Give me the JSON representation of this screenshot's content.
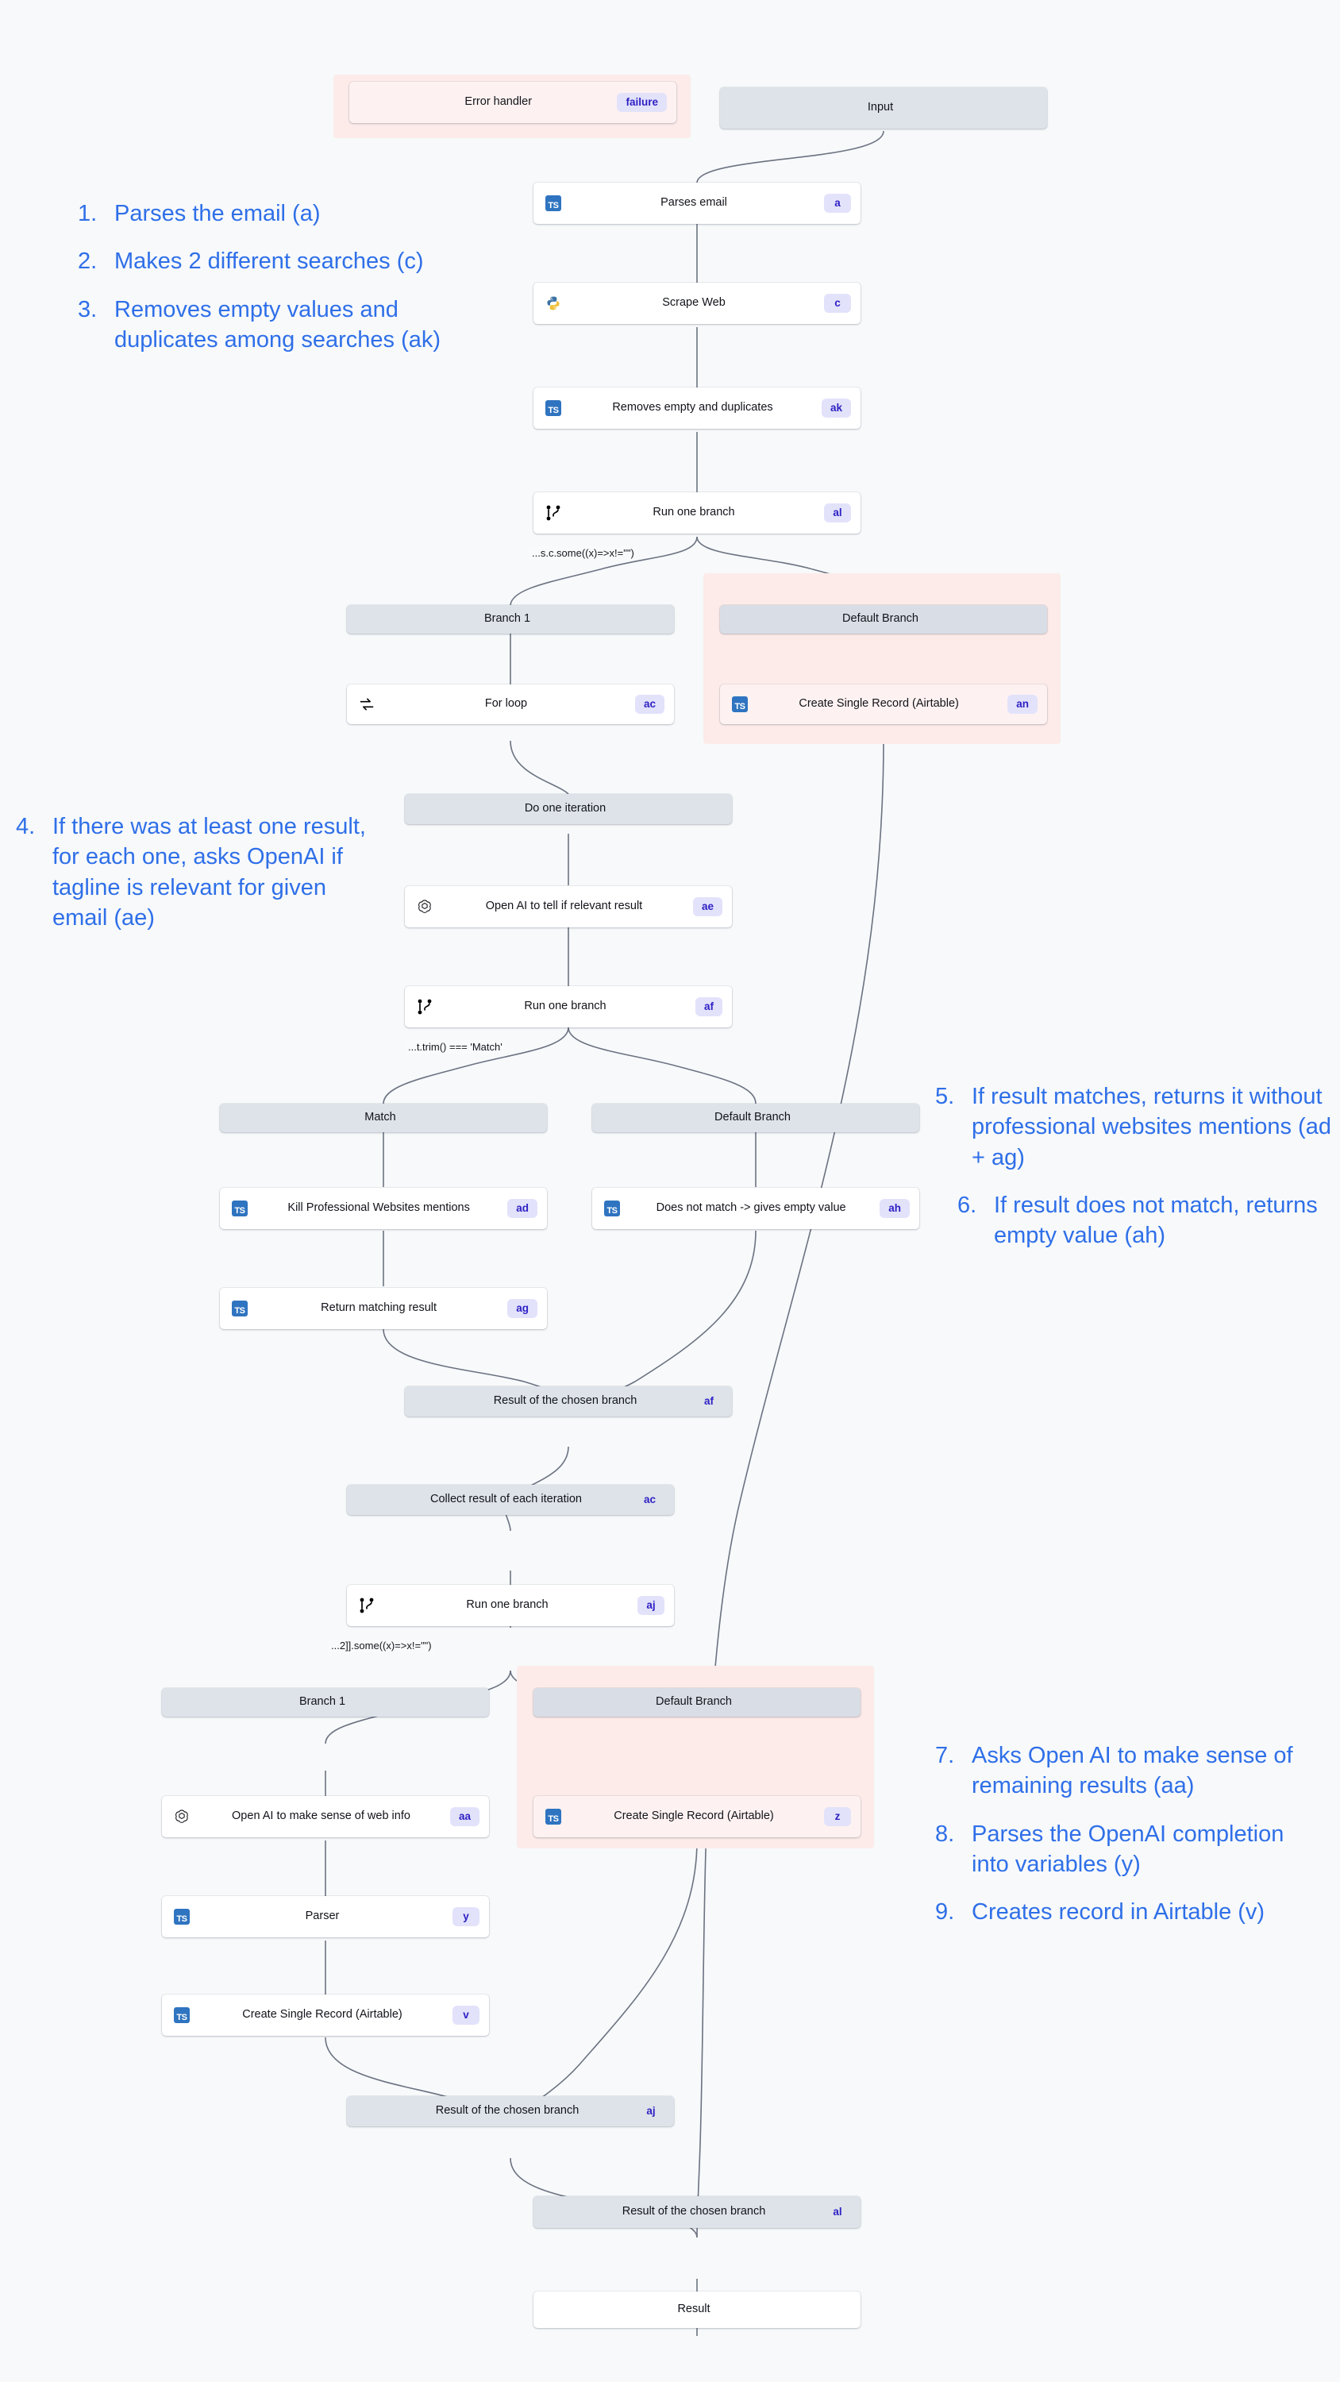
{
  "diagram": {
    "title": "Workflow flowchart",
    "accent_blue": "#2f6fe8",
    "tag_bg": "#e2e2fb",
    "tag_fg": "#2f22c4",
    "region_pink": "#fcebe9",
    "node_grey": "#dde3e9",
    "canvas_bg": "#f7f9fb"
  },
  "nodes": {
    "error_handler": {
      "label": "Error handler",
      "tag": "failure",
      "icon": "none"
    },
    "input": {
      "label": "Input",
      "tag": "",
      "icon": "none"
    },
    "parses_email": {
      "label": "Parses email",
      "tag": "a",
      "icon": "typescript-icon"
    },
    "scrape_web": {
      "label": "Scrape Web",
      "tag": "c",
      "icon": "python-icon"
    },
    "removes_empty": {
      "label": "Removes empty and duplicates",
      "tag": "ak",
      "icon": "typescript-icon"
    },
    "run_branch_al": {
      "label": "Run one branch",
      "tag": "al",
      "icon": "branch-icon"
    },
    "branch1_top": {
      "label": "Branch 1",
      "tag": "",
      "icon": "none"
    },
    "default_top": {
      "label": "Default Branch",
      "tag": "",
      "icon": "none"
    },
    "for_loop": {
      "label": "For loop",
      "tag": "ac",
      "icon": "loop-icon"
    },
    "create_rec_an": {
      "label": "Create Single Record (Airtable)",
      "tag": "an",
      "icon": "typescript-icon"
    },
    "do_one_iter": {
      "label": "Do one iteration",
      "tag": "",
      "icon": "none"
    },
    "openai_ae": {
      "label": "Open AI to tell if relevant result",
      "tag": "ae",
      "icon": "openai-icon"
    },
    "run_branch_af": {
      "label": "Run one branch",
      "tag": "af",
      "icon": "branch-icon"
    },
    "match": {
      "label": "Match",
      "tag": "",
      "icon": "none"
    },
    "default_mid": {
      "label": "Default Branch",
      "tag": "",
      "icon": "none"
    },
    "kill_mentions": {
      "label": "Kill Professional Websites mentions",
      "tag": "ad",
      "icon": "typescript-icon"
    },
    "no_match": {
      "label": "Does not match -> gives empty value",
      "tag": "ah",
      "icon": "typescript-icon"
    },
    "return_match": {
      "label": "Return matching result",
      "tag": "ag",
      "icon": "typescript-icon"
    },
    "result_af": {
      "label": "Result of the chosen branch",
      "tag": "af",
      "icon": "none"
    },
    "collect_ac": {
      "label": "Collect result of each iteration",
      "tag": "ac",
      "icon": "none"
    },
    "run_branch_aj": {
      "label": "Run one branch",
      "tag": "aj",
      "icon": "branch-icon"
    },
    "branch1_bot": {
      "label": "Branch 1",
      "tag": "",
      "icon": "none"
    },
    "default_bot": {
      "label": "Default Branch",
      "tag": "",
      "icon": "none"
    },
    "openai_aa": {
      "label": "Open AI to make sense of web info",
      "tag": "aa",
      "icon": "openai-icon"
    },
    "create_rec_z": {
      "label": "Create Single Record (Airtable)",
      "tag": "z",
      "icon": "typescript-icon"
    },
    "parser_y": {
      "label": "Parser",
      "tag": "y",
      "icon": "typescript-icon"
    },
    "create_rec_v": {
      "label": "Create Single Record (Airtable)",
      "tag": "v",
      "icon": "typescript-icon"
    },
    "result_aj": {
      "label": "Result of the chosen branch",
      "tag": "aj",
      "icon": "none"
    },
    "result_al": {
      "label": "Result of the chosen branch",
      "tag": "al",
      "icon": "none"
    },
    "result_final": {
      "label": "Result",
      "tag": "",
      "icon": "none"
    }
  },
  "edge_labels": {
    "al_cond": "...s.c.some((x)=>x!=\"\")",
    "af_cond": "...t.trim() === 'Match'",
    "aj_cond": "...2]].some((x)=>x!=\"\")"
  },
  "annotations_left": [
    {
      "num": "1.",
      "text": "Parses the email (a)"
    },
    {
      "num": "2.",
      "text": "Makes 2 different searches (c)"
    },
    {
      "num": "3.",
      "text": "Removes empty values and duplicates among searches (ak)"
    }
  ],
  "annotation_step4": {
    "num": "4.",
    "text": "If there was at least one result, for each one, asks OpenAI if tagline is relevant for given email (ae)"
  },
  "annotations_right_mid": [
    {
      "num": "5.",
      "text": "If result matches, returns it without professional websites mentions (ad + ag)"
    },
    {
      "num": "6.",
      "text": "If result does not match, returns empty value (ah)"
    }
  ],
  "annotations_right_bottom": [
    {
      "num": "7.",
      "text": "Asks Open AI to make sense of remaining results (aa)"
    },
    {
      "num": "8.",
      "text": "Parses the OpenAI completion into variables (y)"
    },
    {
      "num": "9.",
      "text": "Creates record in Airtable (v)"
    }
  ]
}
